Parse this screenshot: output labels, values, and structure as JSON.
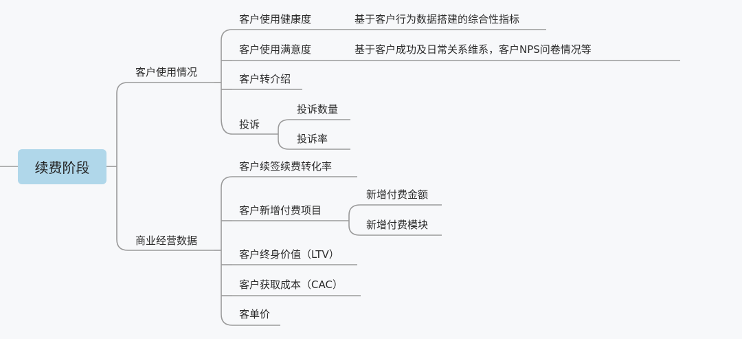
{
  "root": "续费阶段",
  "branches": [
    {
      "label": "客户使用情况",
      "children": [
        {
          "label": "客户使用健康度",
          "note": "基于客户行为数据搭建的综合性指标"
        },
        {
          "label": "客户使用满意度",
          "note": "基于客户成功及日常关系维系，客户NPS问卷情况等"
        },
        {
          "label": "客户转介绍"
        },
        {
          "label": "投诉",
          "children": [
            {
              "label": "投诉数量"
            },
            {
              "label": "投诉率"
            }
          ]
        }
      ]
    },
    {
      "label": "商业经营数据",
      "children": [
        {
          "label": "客户续签续费转化率"
        },
        {
          "label": "客户新增付费项目",
          "children": [
            {
              "label": "新增付费金额"
            },
            {
              "label": "新增付费模块"
            }
          ]
        },
        {
          "label": "客户终身价值（LTV）"
        },
        {
          "label": "客户获取成本（CAC）"
        },
        {
          "label": "客单价"
        }
      ]
    }
  ]
}
